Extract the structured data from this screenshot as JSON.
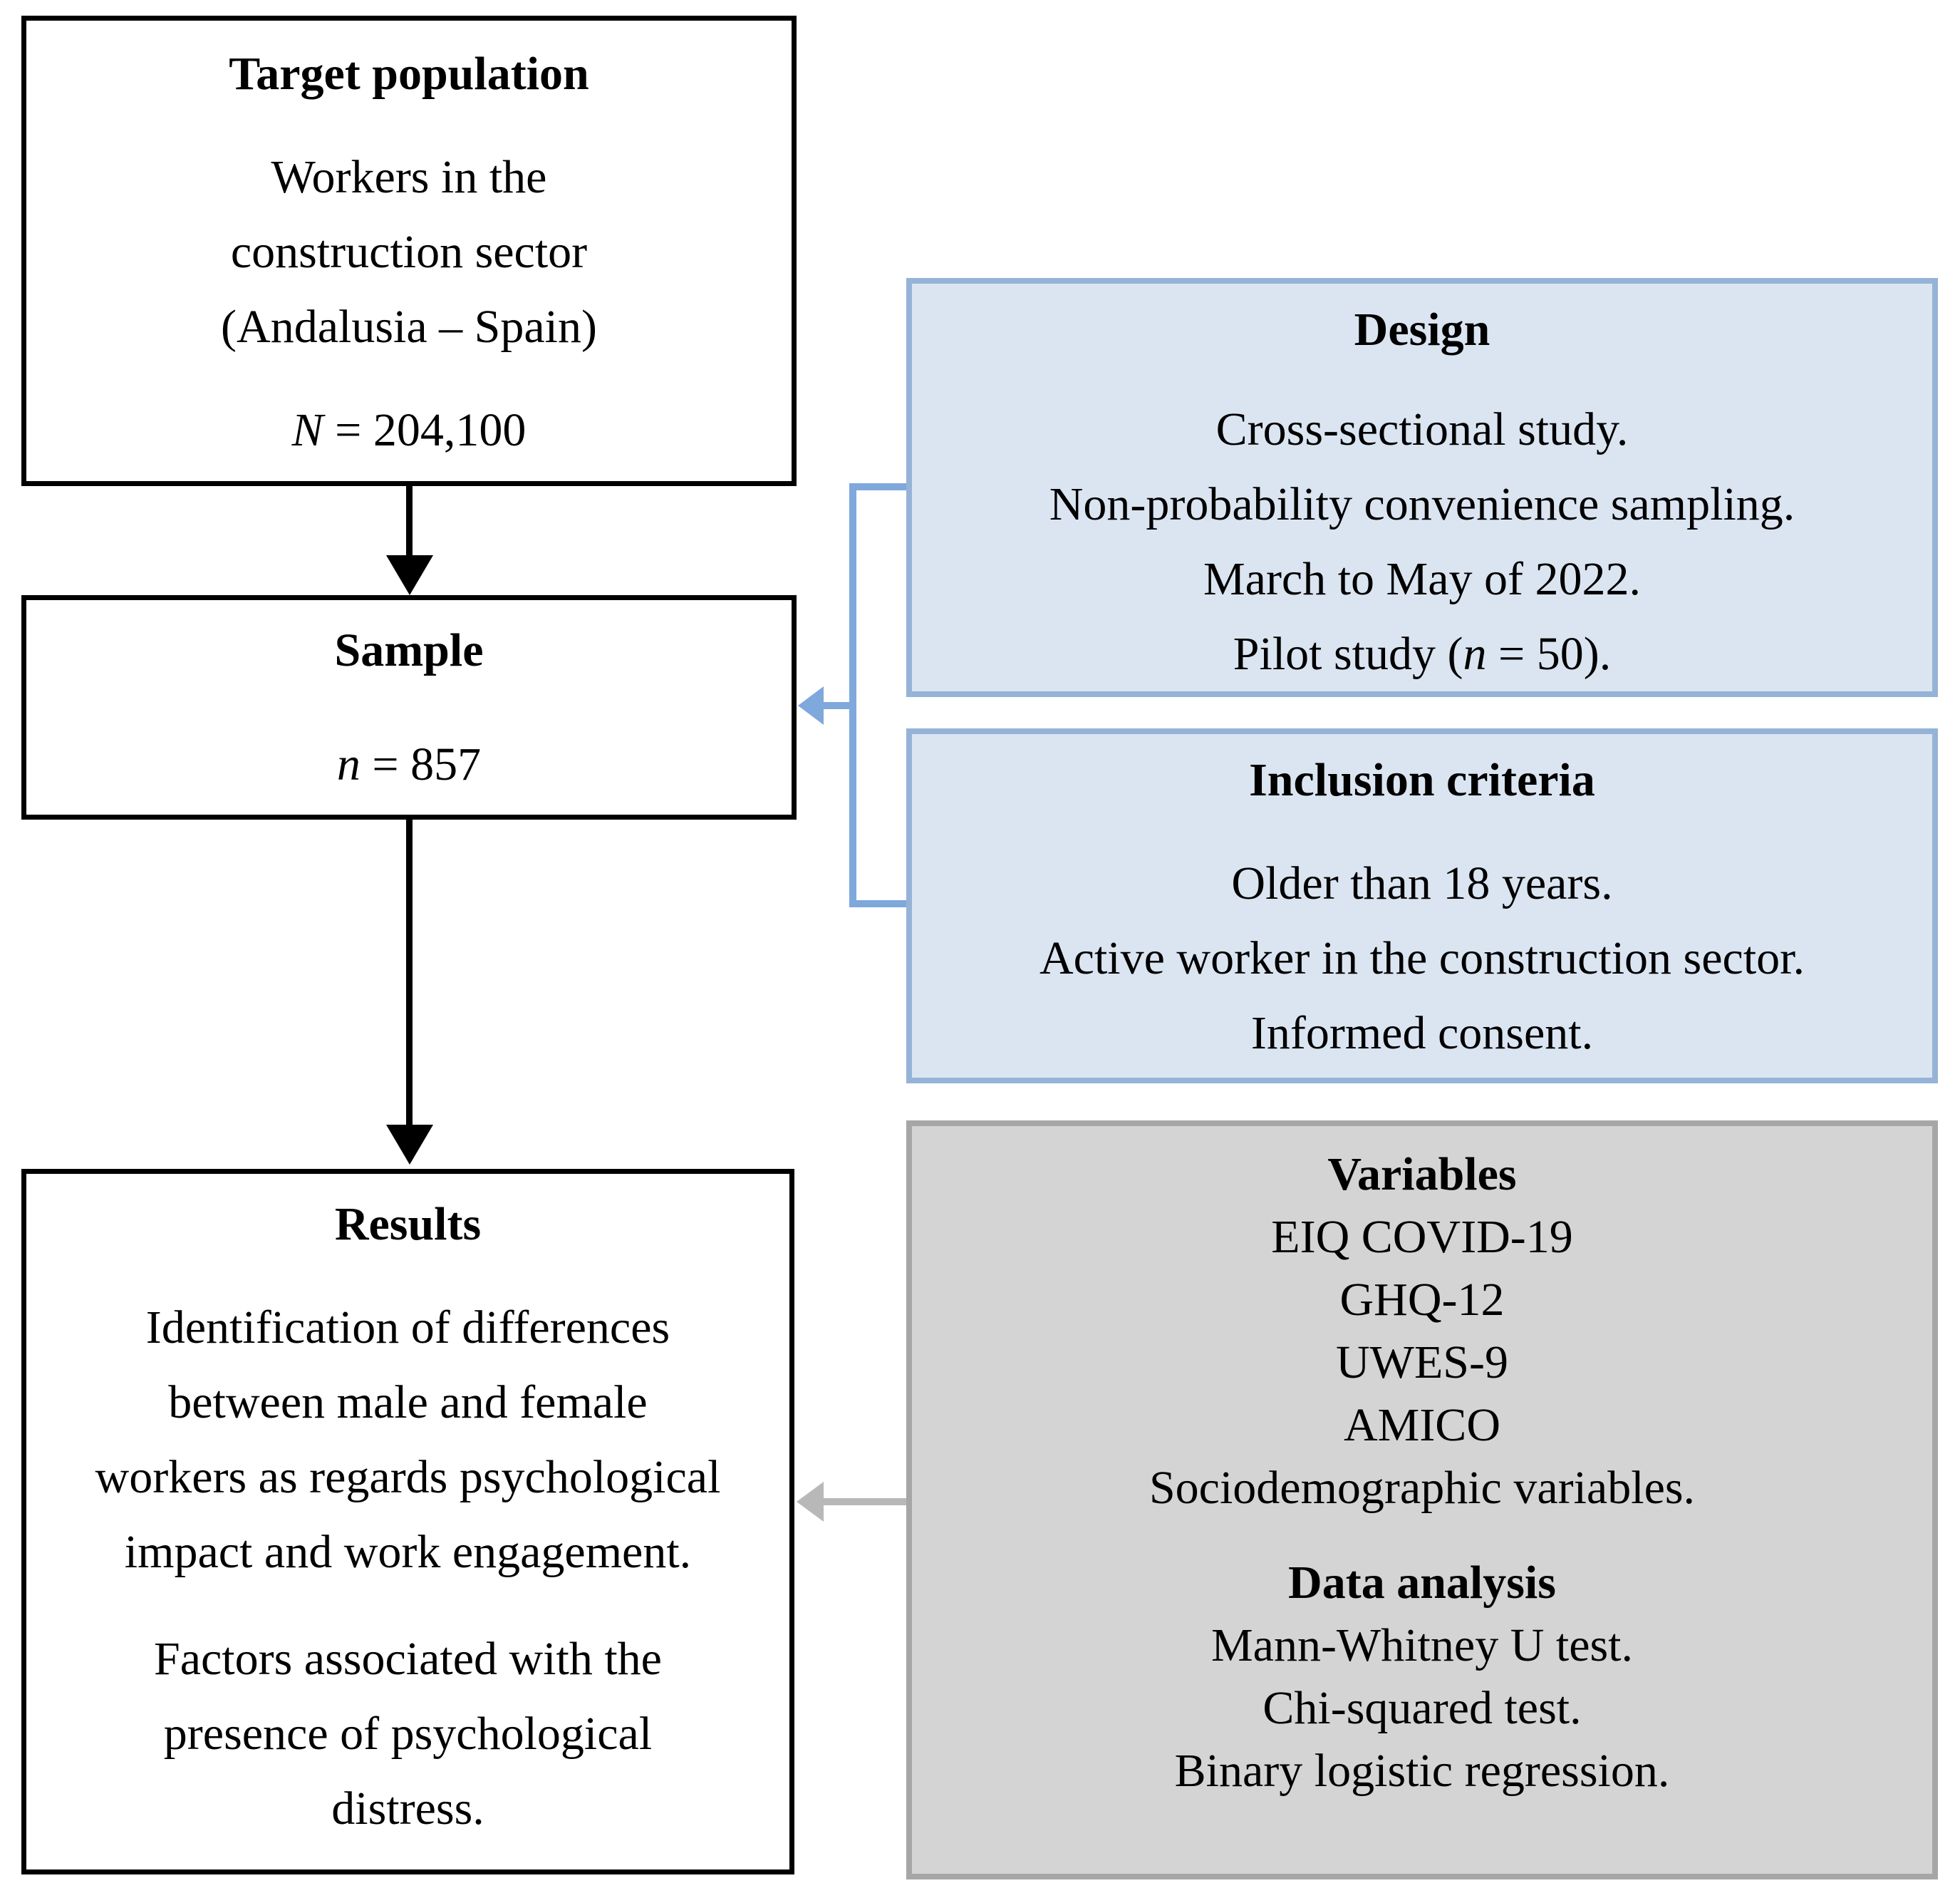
{
  "palette": {
    "blue_box_fill": "#dbe5f1",
    "blue_box_border": "#95b3d7",
    "blue_connector": "#7fa8dc",
    "gray_box_fill": "#d4d4d4",
    "gray_box_border": "#a6a6a6",
    "gray_connector": "#b8b8b8",
    "black": "#000000"
  },
  "boxes": {
    "target": {
      "title": "Target population",
      "lines": [
        "Workers in the",
        "construction sector",
        "(Andalusia – Spain)"
      ],
      "stat": {
        "var": "N",
        "post": " = 204,100"
      }
    },
    "sample": {
      "title": "Sample",
      "stat": {
        "var": "n",
        "post": " = 857"
      }
    },
    "results": {
      "title": "Results",
      "para1": [
        "Identification of differences",
        "between male and female",
        "workers as regards psychological",
        "impact and work engagement."
      ],
      "para2": [
        "Factors associated with the",
        "presence of psychological",
        "distress."
      ]
    },
    "design": {
      "title": "Design",
      "lines": [
        "Cross-sectional study.",
        "Non-probability convenience sampling.",
        "March to May of 2022."
      ],
      "pilot": {
        "pre": "Pilot study (",
        "var": "n",
        "post": " = 50)."
      }
    },
    "inclusion": {
      "title": "Inclusion criteria",
      "lines": [
        "Older than 18 years.",
        "Active worker in the construction sector.",
        "Informed consent."
      ]
    },
    "variables": {
      "title": "Variables",
      "lines": [
        "EIQ COVID-19",
        "GHQ-12",
        "UWES-9",
        "AMICO",
        "Sociodemographic variables."
      ],
      "analysis_title": "Data analysis",
      "analysis_lines": [
        "Mann-Whitney U test.",
        "Chi-squared test.",
        "Binary logistic regression."
      ]
    }
  }
}
